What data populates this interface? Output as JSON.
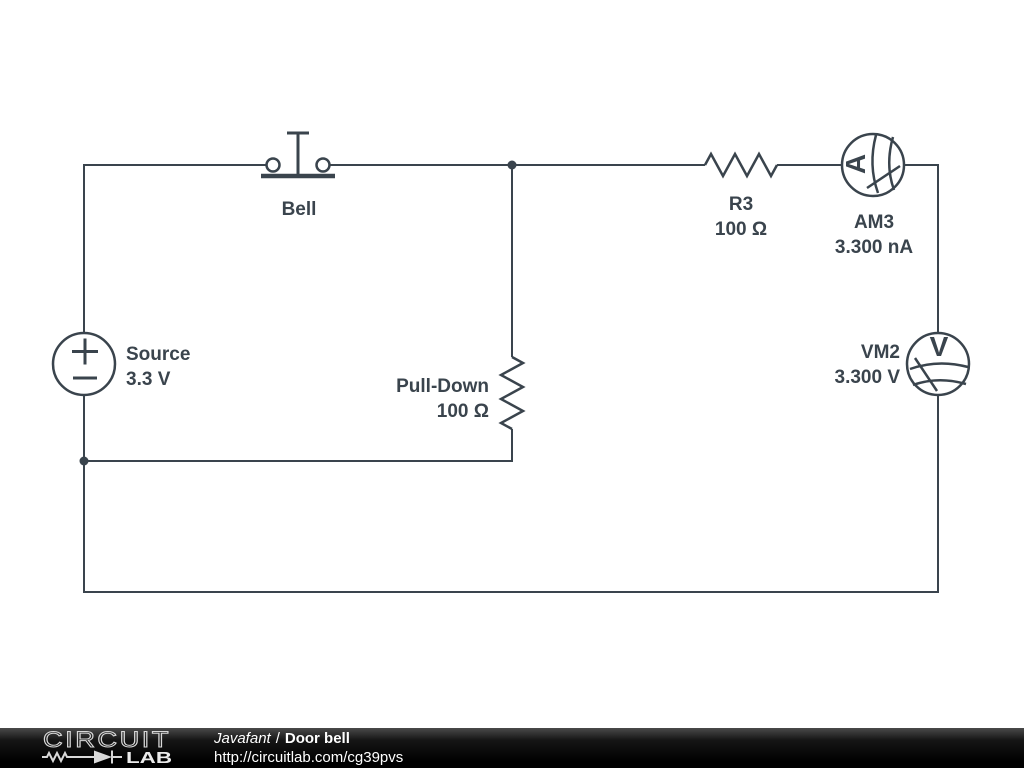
{
  "colors": {
    "wire": "#3a444d",
    "canvas": "#ffffff",
    "footer_bg": "#000000",
    "footer_text": "#ffffff"
  },
  "components": {
    "bell_switch": {
      "label": "Bell"
    },
    "source": {
      "label": "Source",
      "value": "3.3 V"
    },
    "pulldown": {
      "label": "Pull-Down",
      "value": "100 Ω"
    },
    "r3": {
      "label": "R3",
      "value": "100 Ω"
    },
    "ammeter": {
      "label": "AM3",
      "value": "3.300 nA",
      "letter": "A"
    },
    "voltmeter": {
      "label": "VM2",
      "value": "3.300 V",
      "letter": "V"
    }
  },
  "footer": {
    "logo_top": "CIRCUIT",
    "logo_bottom": "LAB",
    "author": "Javafant",
    "separator": "/",
    "title": "Door bell",
    "url": "http://circuitlab.com/cg39pvs"
  }
}
